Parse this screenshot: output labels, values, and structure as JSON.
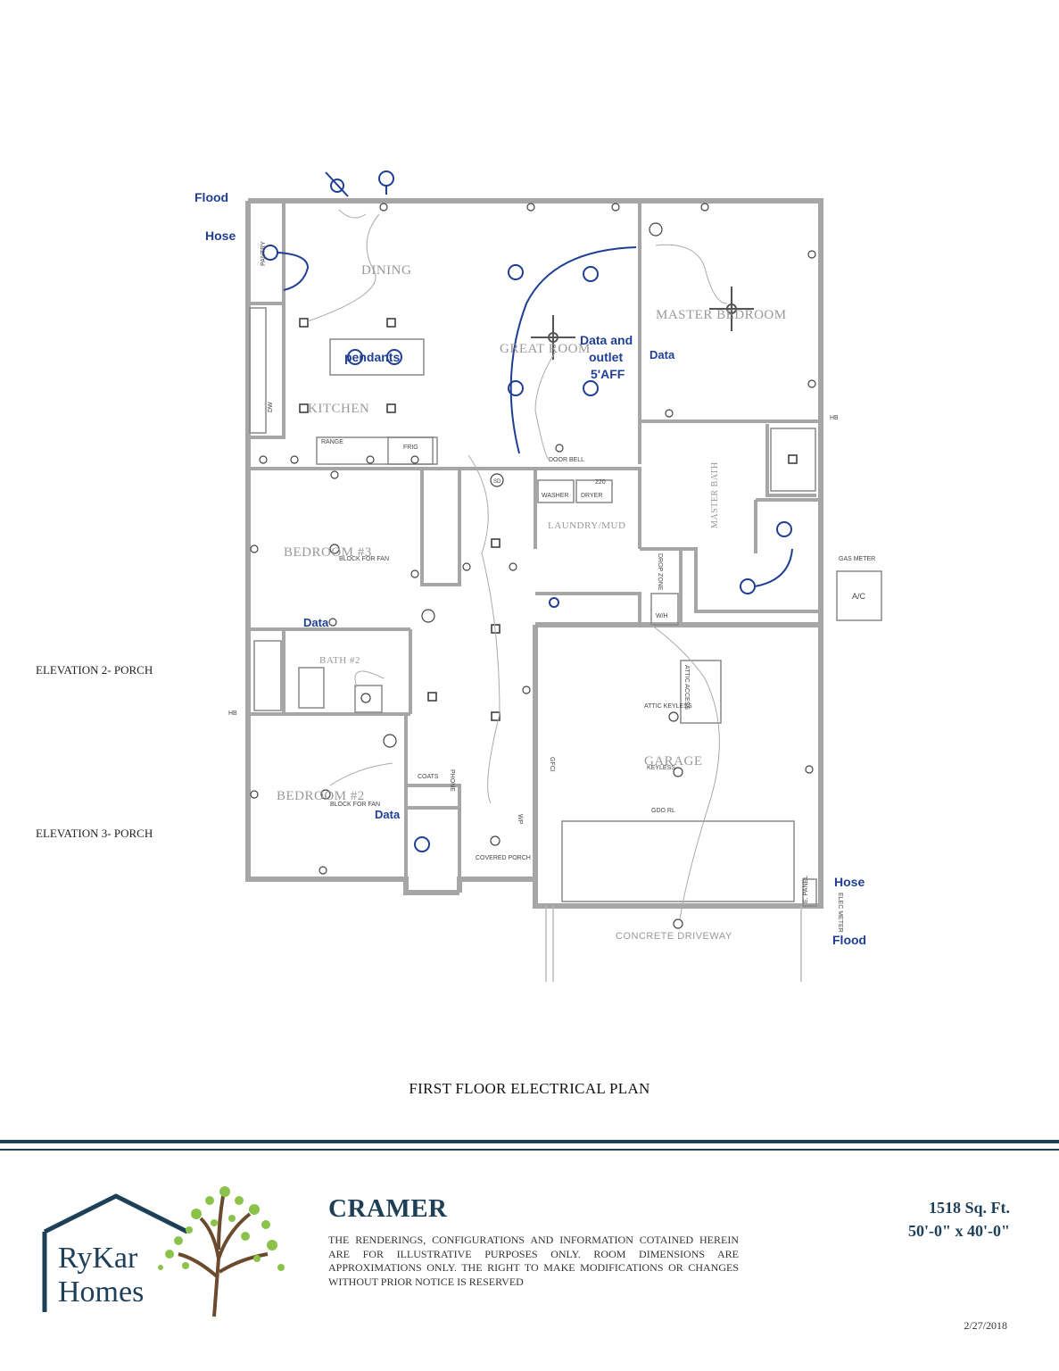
{
  "plan": {
    "rooms": {
      "dining": "DINING",
      "great_room": "GREAT ROOM",
      "master_bedroom": "MASTER BEDROOM",
      "kitchen": "KITCHEN",
      "bedroom3": "BEDROOM #3",
      "bath2": "BATH #2",
      "bedroom2": "BEDROOM #2",
      "laundry": "LAUNDRY/MUD",
      "master_bath": "MASTER BATH",
      "garage": "GARAGE",
      "covered_porch": "COVERED PORCH",
      "concrete_driveway": "CONCRETE DRIVEWAY",
      "pantry": "PANTRY",
      "drop_zone": "DROP ZONE",
      "attic_access": "ATTIC ACCESS",
      "coats": "COATS"
    },
    "fixtures": {
      "range": "RANGE",
      "frig": "FRIG",
      "washer": "WASHER",
      "dryer": "DRYER",
      "dw": "DW",
      "ac": "A/C",
      "wh": "W/H",
      "gas_meter": "GAS METER",
      "e_panel": "E. PANEL",
      "elec_meter": "ELEC METER",
      "block_for_fan": "BLOCK FOR FAN",
      "door_bell": "DOOR BELL",
      "attic_keyless": "ATTIC KEYLESS",
      "keyless": "KEYLESS",
      "gdo": "GDO RL",
      "phone": "PHONE",
      "gfci": "GFCI",
      "wp": "WP",
      "hb": "HB",
      "v220": "220",
      "sd": "SD"
    },
    "annotations": {
      "flood_top": "Flood",
      "hose_top": "Hose",
      "pendants": "pendants",
      "data_outlet_1": "Data and",
      "data_outlet_2": "outlet",
      "data_outlet_3": "5'AFF",
      "data_master": "Data",
      "data_bed3": "Data",
      "data_bed2": "Data",
      "hose_bottom": "Hose",
      "flood_bottom": "Flood"
    }
  },
  "elevation_2": "ELEVATION 2- PORCH",
  "elevation_3": "ELEVATION 3- PORCH",
  "plan_title": "FIRST FLOOR ELECTRICAL PLAN",
  "footer": {
    "logo_line1": "RyKar",
    "logo_line2": "Homes",
    "plan_name": "CRAMER",
    "disclaimer": "THE RENDERINGS, CONFIGURATIONS AND INFORMATION COTAINED HEREIN ARE FOR ILLUSTRATIVE PURPOSES ONLY. ROOM DIMENSIONS ARE APPROXIMATIONS ONLY. THE RIGHT TO MAKE MODIFICATIONS OR CHANGES WITHOUT PRIOR NOTICE IS RESERVED",
    "sqft": "1518 Sq. Ft.",
    "dimensions": "50'-0\" x 40'-0\"",
    "date": "2/27/2018"
  },
  "colors": {
    "wall": "#a6a6a6",
    "annotation_blue": "#1f3f95",
    "brand_navy": "#1d3f58",
    "tree_green": "#8bc34a"
  }
}
